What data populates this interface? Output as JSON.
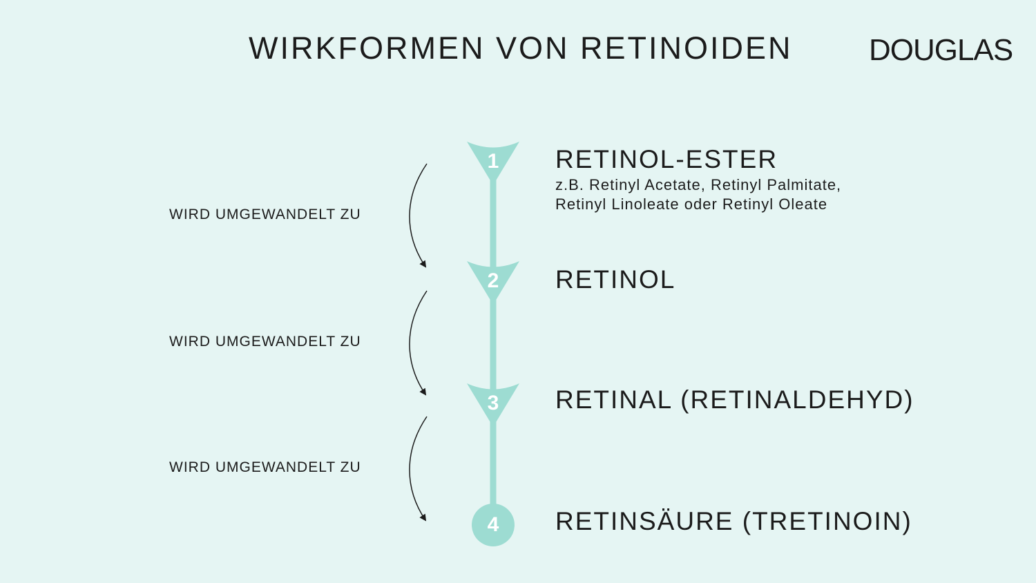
{
  "header": {
    "title": "WIRKFORMEN VON RETINOIDEN",
    "logo": "DOUGLAS"
  },
  "colors": {
    "background": "#e5f5f3",
    "accent": "#9ddcd2",
    "text": "#1b1b1b"
  },
  "steps": [
    {
      "number": "1",
      "title": "RETINOL-ESTER",
      "sub_line1": "z.B. Retinyl Acetate, Retinyl Palmitate,",
      "sub_line2": "Retinyl Linoleate oder Retinyl Oleate"
    },
    {
      "number": "2",
      "title": "RETINOL"
    },
    {
      "number": "3",
      "title": "RETINAL (RETINALDEHYD)"
    },
    {
      "number": "4",
      "title": "RETINSÄURE (TRETINOIN)"
    }
  ],
  "conversions": [
    {
      "label": "WIRD UMGEWANDELT ZU"
    },
    {
      "label": "WIRD UMGEWANDELT ZU"
    },
    {
      "label": "WIRD UMGEWANDELT ZU"
    }
  ]
}
